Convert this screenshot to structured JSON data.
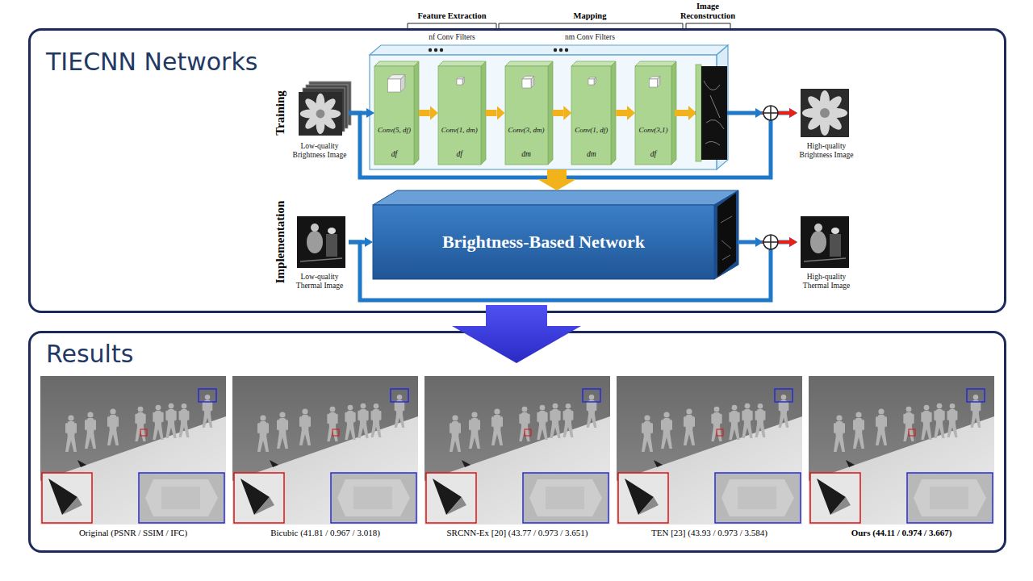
{
  "diagram": {
    "nodes": [
      {
        "text": [
          "TIECNN Networks"
        ]
      },
      {
        "text": [
          "Low-quality Brightness Image"
        ],
        "in": 0
      },
      {
        "text": [
          "nf Conv Filters",
          "nm Conv Filters"
        ],
        "in": 0
      },
      {
        "text": [
          "Conv(5, df)"
        ],
        "in": 2
      },
      {
        "text": [
          "Conv(1, dm)"
        ],
        "in": 2
      },
      {
        "text": [
          "Conv(3, dm)"
        ],
        "in": 2
      },
      {
        "text": [
          "Conv(1, df)"
        ],
        "in": 2
      },
      {
        "text": [
          "Conv(3,1)"
        ],
        "in": 2
      },
      {
        "text": [
          "High-quality Brightness Image"
        ],
        "in": 0
      },
      {
        "text": [
          "Low-quality Thermal Image"
        ],
        "in": 0
      },
      {
        "text": [
          "Brightness-Based Network"
        ],
        "in": 0
      },
      {
        "text": [
          "High-quality Thermal Image"
        ],
        "in": 0
      },
      {
        "text": [
          "Results"
        ]
      },
      {
        "text": [
          "Original (PSNR / SSIM / IFC)"
        ],
        "in": 12
      },
      {
        "text": [
          "Bicubic (41.81 / 0.967 / 3.018)"
        ],
        "in": 12
      },
      {
        "text": [
          "SRCNN-Ex [20] (43.77 / 0.973 / 3.651)"
        ],
        "in": 12
      },
      {
        "text": [
          "TEN [23] (43.93 / 0.973 / 3.584)"
        ],
        "in": 12
      },
      {
        "text": [
          "Ours (44.11 / 0.974 / 3.667)"
        ],
        "in": 12
      }
    ],
    "edges": [
      {
        "from": 1,
        "to": 3,
        "arrow": "to"
      },
      {
        "from": 3,
        "to": 4,
        "arrow": "to"
      },
      {
        "from": 4,
        "to": 5,
        "arrow": "to"
      },
      {
        "from": 5,
        "to": 6,
        "arrow": "to"
      },
      {
        "from": 6,
        "to": 7,
        "arrow": "to"
      },
      {
        "from": 7,
        "to": 8,
        "arrow": "to"
      },
      {
        "from": 1,
        "to": 8,
        "arrow": "to"
      },
      {
        "from": 2,
        "to": 10,
        "arrow": "to"
      },
      {
        "from": 9,
        "to": 10,
        "arrow": "to"
      },
      {
        "from": 10,
        "to": 11,
        "arrow": "to"
      },
      {
        "from": 9,
        "to": 11,
        "arrow": "to"
      },
      {
        "from": 0,
        "to": 12,
        "arrow": "to"
      }
    ],
    "labels": [
      "Feature Extraction",
      "Mapping",
      "Image Reconstruction",
      "Training",
      "Implementation",
      "df",
      "df",
      "dm",
      "dm",
      "df"
    ]
  }
}
